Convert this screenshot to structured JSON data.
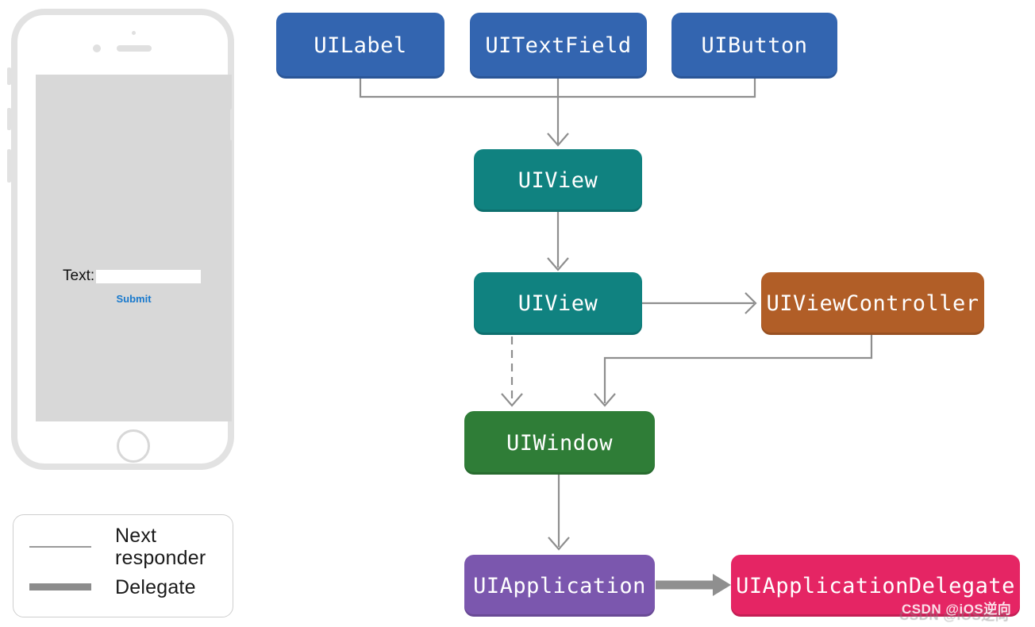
{
  "nodes": {
    "uilabel": {
      "label": "UILabel",
      "color": "#3365b0"
    },
    "uitextfield": {
      "label": "UITextField",
      "color": "#3365b0"
    },
    "uibutton": {
      "label": "UIButton",
      "color": "#3365b0"
    },
    "uiview1": {
      "label": "UIView",
      "color": "#108280"
    },
    "uiview2": {
      "label": "UIView",
      "color": "#108280"
    },
    "uiviewcontroller": {
      "label": "UIViewController",
      "color": "#b15e27"
    },
    "uiwindow": {
      "label": "UIWindow",
      "color": "#2f7d37"
    },
    "uiapplication": {
      "label": "UIApplication",
      "color": "#7b57ae"
    },
    "uiapplicationdelegate": {
      "label": "UIApplicationDelegate",
      "color": "#e52564"
    }
  },
  "phone": {
    "text_label": "Text:",
    "input_value": "",
    "submit_label": "Submit"
  },
  "legend": {
    "items": [
      {
        "label": "Next responder",
        "line_style": "thin"
      },
      {
        "label": "Delegate",
        "line_style": "thick"
      }
    ]
  },
  "connector_colors": {
    "next_responder": "#8e8e8e",
    "delegate": "#8f8f8f"
  },
  "watermark": "CSDN @iOS逆向"
}
